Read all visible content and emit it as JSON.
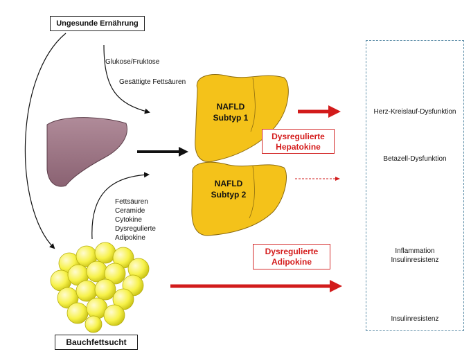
{
  "diet_label": "Ungesunde Ernährung",
  "obesity_label": "Bauchfettsucht",
  "diet_factors": [
    "Glukose/Fruktose",
    "Gesättigte Fettsäuren"
  ],
  "adipose_factors": [
    "Fettsäuren",
    "Ceramide",
    "Cytokine",
    "Dysregulierte",
    "Adipokine"
  ],
  "nafld1": [
    "NAFLD",
    "Subtyp 1"
  ],
  "nafld2": [
    "NAFLD",
    "Subtyp 2"
  ],
  "hepatokines": [
    "Dysregulierte",
    "Hepatokine"
  ],
  "adipokines": [
    "Dysregulierte",
    "Adipokine"
  ],
  "outcomes": {
    "cardio": "Herz-Kreislauf-Dysfunktion",
    "beta": "Betazell-Dysfunktion",
    "inflammation": [
      "Inflammation",
      "Insulinresistenz"
    ],
    "muscle": "Insulinresistenz"
  },
  "colors": {
    "arrow_red": "#d21b1b",
    "liver_yellow": "#f4c21a",
    "liver_pink": "#9c7383",
    "fat_yellow": "#f7f24a",
    "panel_border": "#5f8fa9"
  }
}
